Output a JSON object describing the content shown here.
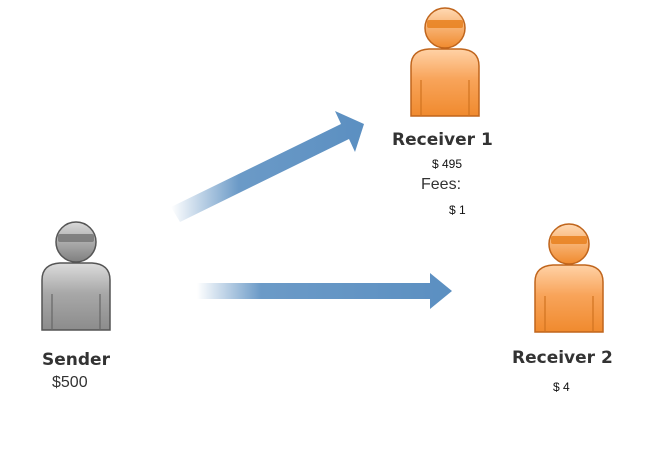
{
  "sender": {
    "name": "Sender",
    "amount": "$500",
    "icon": "person-gray-icon"
  },
  "receivers": [
    {
      "name": "Receiver 1",
      "amount": "$ 495",
      "fees_label": "Fees:",
      "fees_amount": "$ 1",
      "icon": "person-orange-icon"
    },
    {
      "name": "Receiver 2",
      "amount": "$ 4",
      "icon": "person-orange-icon"
    }
  ],
  "colors": {
    "arrow": "#5b8fc1",
    "sender_body": "#9a9a9a",
    "receiver_body": "#f39a4c",
    "text": "#333333"
  }
}
